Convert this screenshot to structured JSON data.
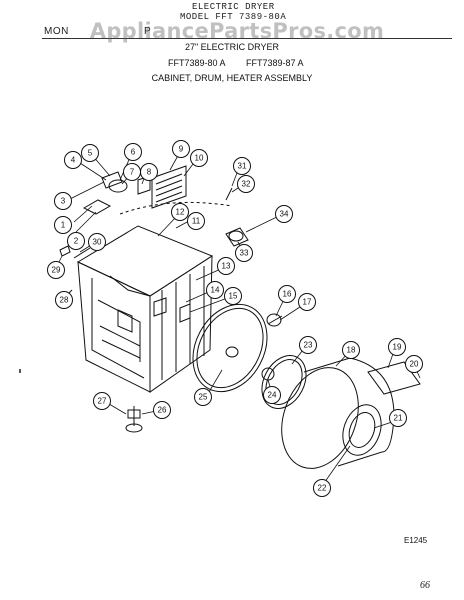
{
  "header": {
    "typed_line_1": "ELECTRIC DRYER",
    "typed_line_2": "MODEL FFT 7389-80A",
    "left_label": "MON",
    "left_label_tail": "P"
  },
  "watermark": "AppliancePartsPros.com",
  "titles": {
    "size": "27\" ELECTRIC DRYER",
    "model_a": "FFT7389-80 A",
    "model_b": "FFT7389-87 A",
    "section": "CABINET, DRUM, HEATER ASSEMBLY"
  },
  "callouts": [
    "1",
    "2",
    "3",
    "4",
    "5",
    "6",
    "7",
    "8",
    "9",
    "10",
    "11",
    "12",
    "13",
    "14",
    "15",
    "16",
    "17",
    "18",
    "19",
    "20",
    "21",
    "22",
    "23",
    "24",
    "25",
    "26",
    "27",
    "28",
    "29",
    "30",
    "31",
    "32",
    "33",
    "34"
  ],
  "figure_code": "E1245",
  "page_mark": "66"
}
